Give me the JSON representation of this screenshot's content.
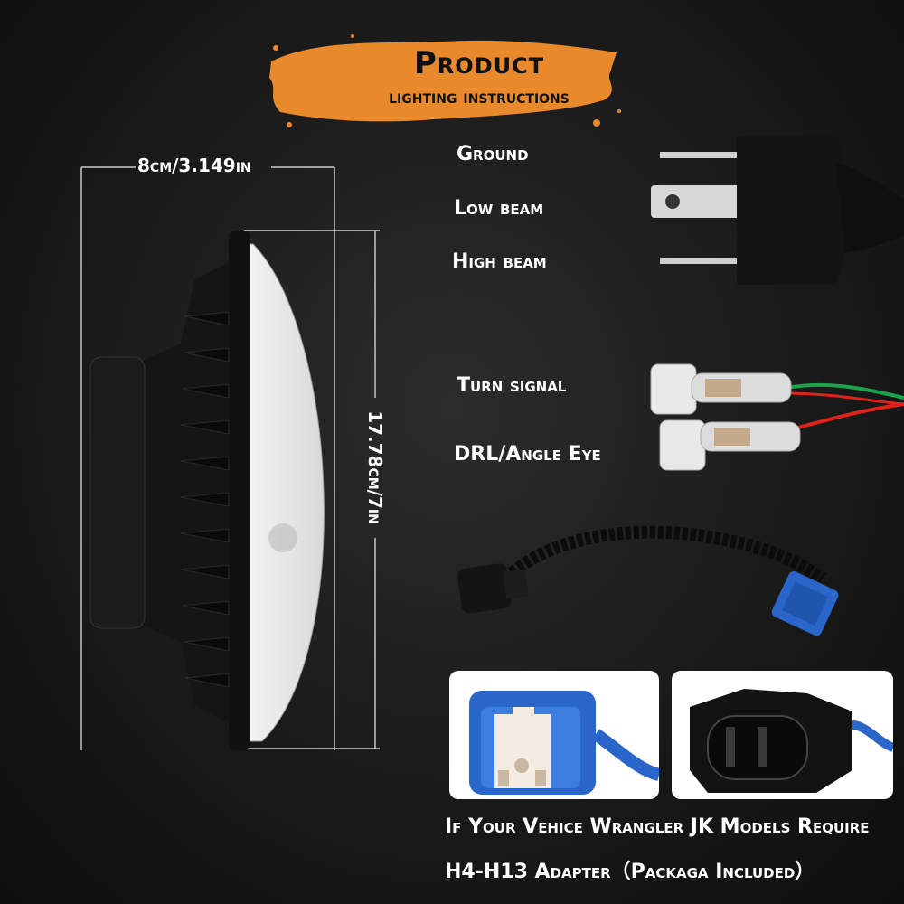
{
  "header": {
    "title": "Product",
    "subtitle": "lighting instructions"
  },
  "dimensions": {
    "width_label": "8cm/3.149in",
    "height_label": "17.78cm/7in"
  },
  "h4_pins": [
    {
      "label": "Ground"
    },
    {
      "label": "Low beam"
    },
    {
      "label": "High beam"
    }
  ],
  "wires": [
    {
      "label": "Turn signal",
      "color": "#1aa34a"
    },
    {
      "label": "DRL/Angle Eye",
      "color": "#e0221c"
    }
  ],
  "note": {
    "line1": "If Your Vehice Wrangler JK Models Require",
    "line2": "H4-H13 Adapter（Packaga Included）"
  },
  "colors": {
    "accent": "#e8892c",
    "connector_blue": "#2a66c9"
  }
}
